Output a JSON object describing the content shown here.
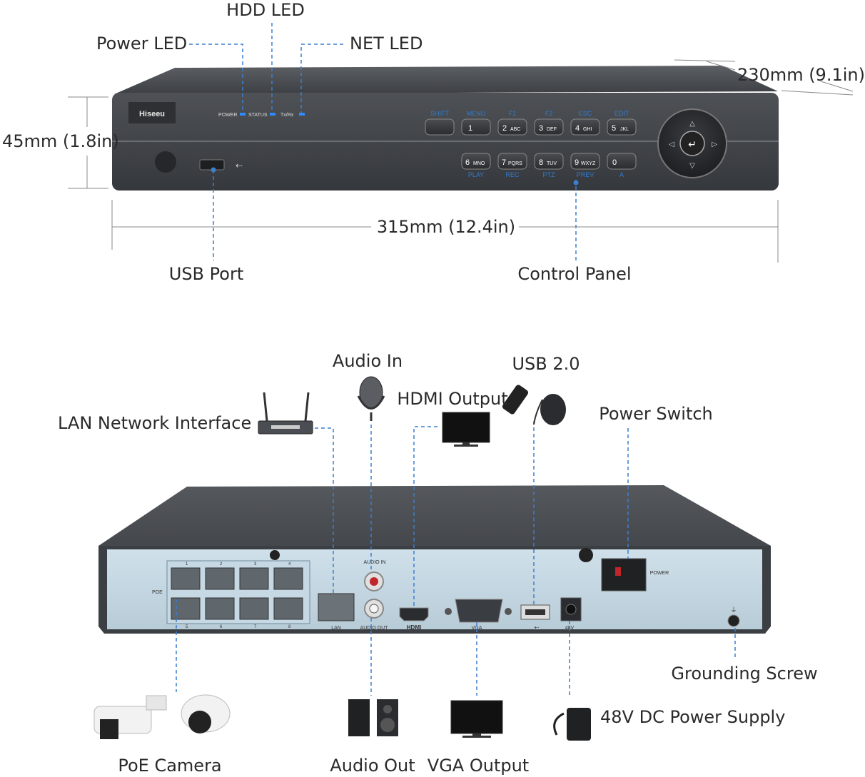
{
  "front": {
    "brand": "Hiseeu",
    "led_labels": [
      "POWER",
      "STATUS",
      "Tx/Rx"
    ],
    "labels": {
      "hdd_led": "HDD LED",
      "power_led": "Power LED",
      "net_led": "NET LED",
      "depth": "230mm (9.1in)",
      "height": "45mm (1.8in)",
      "width": "315mm (12.4in)",
      "usb_port": "USB Port",
      "control_panel": "Control Panel"
    },
    "top_keys": [
      {
        "caption": "SHIFT",
        "main": "",
        "sub": ""
      },
      {
        "caption": "MENU",
        "main": "1",
        "sub": ""
      },
      {
        "caption": "F1",
        "main": "2",
        "sub": "ABC"
      },
      {
        "caption": "F2",
        "main": "3",
        "sub": "DEF"
      },
      {
        "caption": "ESC",
        "main": "4",
        "sub": "GHI"
      },
      {
        "caption": "EDIT",
        "main": "5",
        "sub": "JKL"
      }
    ],
    "bottom_keys": [
      {
        "caption": "PLAY",
        "main": "6",
        "sub": "MNO"
      },
      {
        "caption": "REC",
        "main": "7",
        "sub": "PQRS"
      },
      {
        "caption": "PTZ",
        "main": "8",
        "sub": "TUV"
      },
      {
        "caption": "PREV",
        "main": "9",
        "sub": "WXYZ"
      },
      {
        "caption": "A",
        "main": "0",
        "sub": ""
      }
    ]
  },
  "rear": {
    "labels": {
      "audio_in": "Audio In",
      "usb2": "USB 2.0",
      "hdmi_output": "HDMI Output",
      "lan_interface": "LAN Network Interface",
      "power_switch": "Power Switch",
      "grounding_screw": "Grounding Screw",
      "dc_supply": "48V DC Power Supply",
      "poe_camera": "PoE Camera",
      "audio_out": "Audio Out",
      "vga_output": "VGA Output"
    },
    "panel_text": {
      "poe": "POE",
      "audio_in": "AUDIO IN",
      "audio_out": "AUDIO OUT",
      "lan": "LAN",
      "hdmi": "HDMI",
      "vga": "VGA",
      "volt": "48V",
      "power": "POWER",
      "port_numbers_top": [
        "1",
        "2",
        "3",
        "4"
      ],
      "port_numbers_bottom": [
        "5",
        "6",
        "7",
        "8"
      ]
    }
  }
}
